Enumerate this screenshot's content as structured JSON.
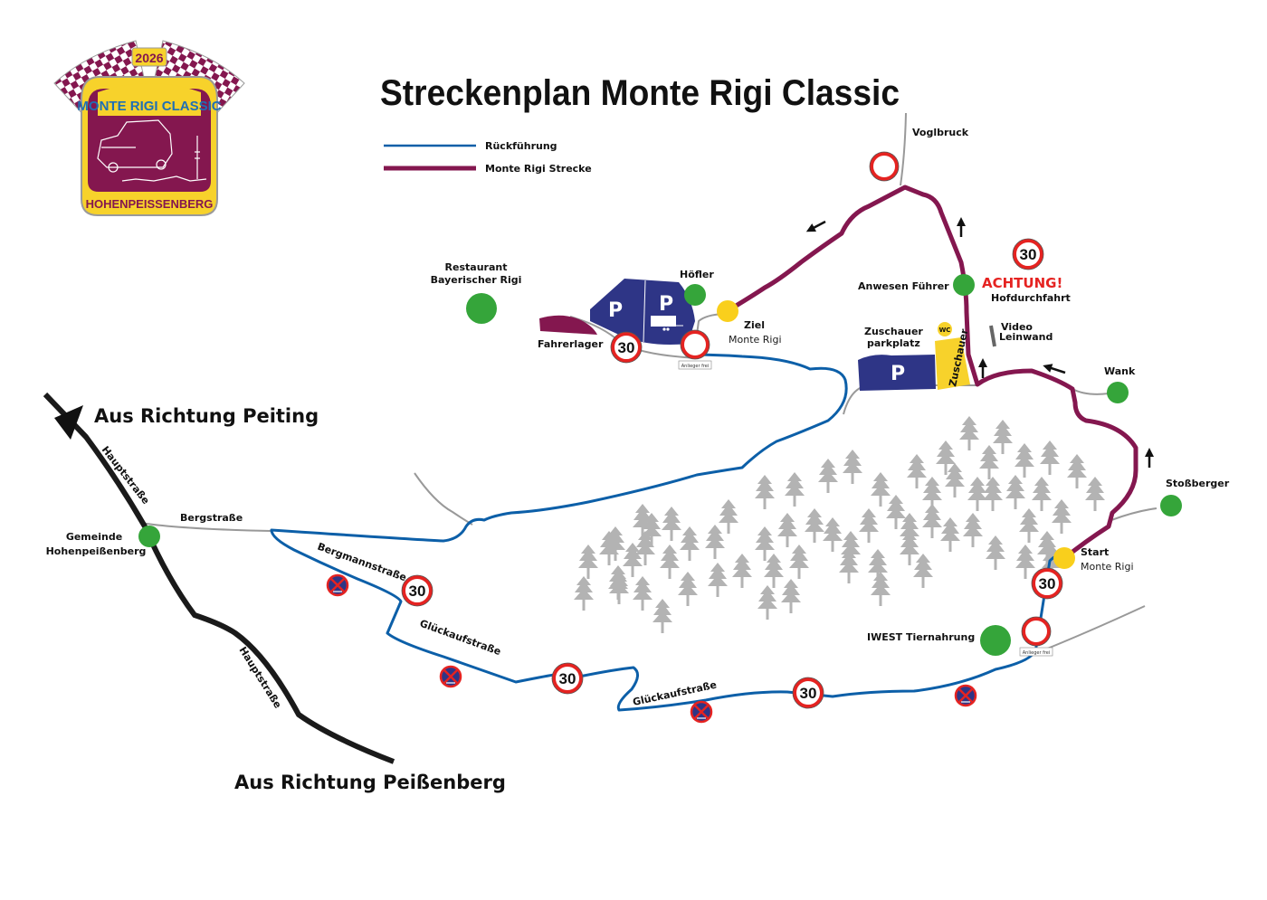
{
  "title": "Streckenplan Monte Rigi Classic",
  "logo": {
    "year": "2026",
    "name": "MONTE RIGI CLASSIC",
    "town": "HOHENPEISSENBERG"
  },
  "legend": {
    "items": [
      {
        "label": "Rückführung",
        "color": "#0c5fa8"
      },
      {
        "label": "Monte Rigi Strecke",
        "color": "#84174f"
      }
    ]
  },
  "colors": {
    "return_route": "#0c5fa8",
    "race_route": "#84174f",
    "main_road": "#1a1a1a",
    "side_road": "#999999",
    "parking": "#2e3586",
    "spectator": "#f7d22b",
    "poi": "#35a53a",
    "start_finish": "#f9cf1c",
    "trees": "#b3b3b3",
    "warning": "#e52321"
  },
  "directions": {
    "from_peiting": "Aus Richtung Peiting",
    "from_peissenberg": "Aus Richtung Peißenberg"
  },
  "roads": {
    "hauptstrasse_1": "Hauptstraße",
    "hauptstrasse_2": "Hauptstraße",
    "bergstrasse": "Bergstraße",
    "bergmannstrasse": "Bergmannstraße",
    "glueckaufstrasse_1": "Glückaufstraße",
    "glueckaufstrasse_2": "Glückaufstraße"
  },
  "places": {
    "gemeinde": [
      "Gemeinde",
      "Hohenpeißenberg"
    ],
    "restaurant": [
      "Restaurant",
      "Bayerischer Rigi"
    ],
    "hoefler": "Höfler",
    "fahrerlager": "Fahrerlager",
    "ziel": {
      "title": "Ziel",
      "subtitle": "Monte Rigi"
    },
    "start": {
      "title": "Start",
      "subtitle": "Monte Rigi"
    },
    "voglbruck": "Voglbruck",
    "anwesen": "Anwesen Führer",
    "zuschauerparkplatz": [
      "Zuschauer",
      "parkplatz"
    ],
    "zuschauer": "Zuschauer",
    "wc": "WC",
    "video": [
      "Video",
      "Leinwand"
    ],
    "wank": "Wank",
    "stossberger": "Stoßberger",
    "iwest": "IWEST Tiernahrung"
  },
  "warning": {
    "title": "ACHTUNG!",
    "subtitle": "Hofdurchfahrt"
  },
  "signs": {
    "speed_limit": "30",
    "parking": "P",
    "anlieger_frei": "Anlieger frei"
  }
}
